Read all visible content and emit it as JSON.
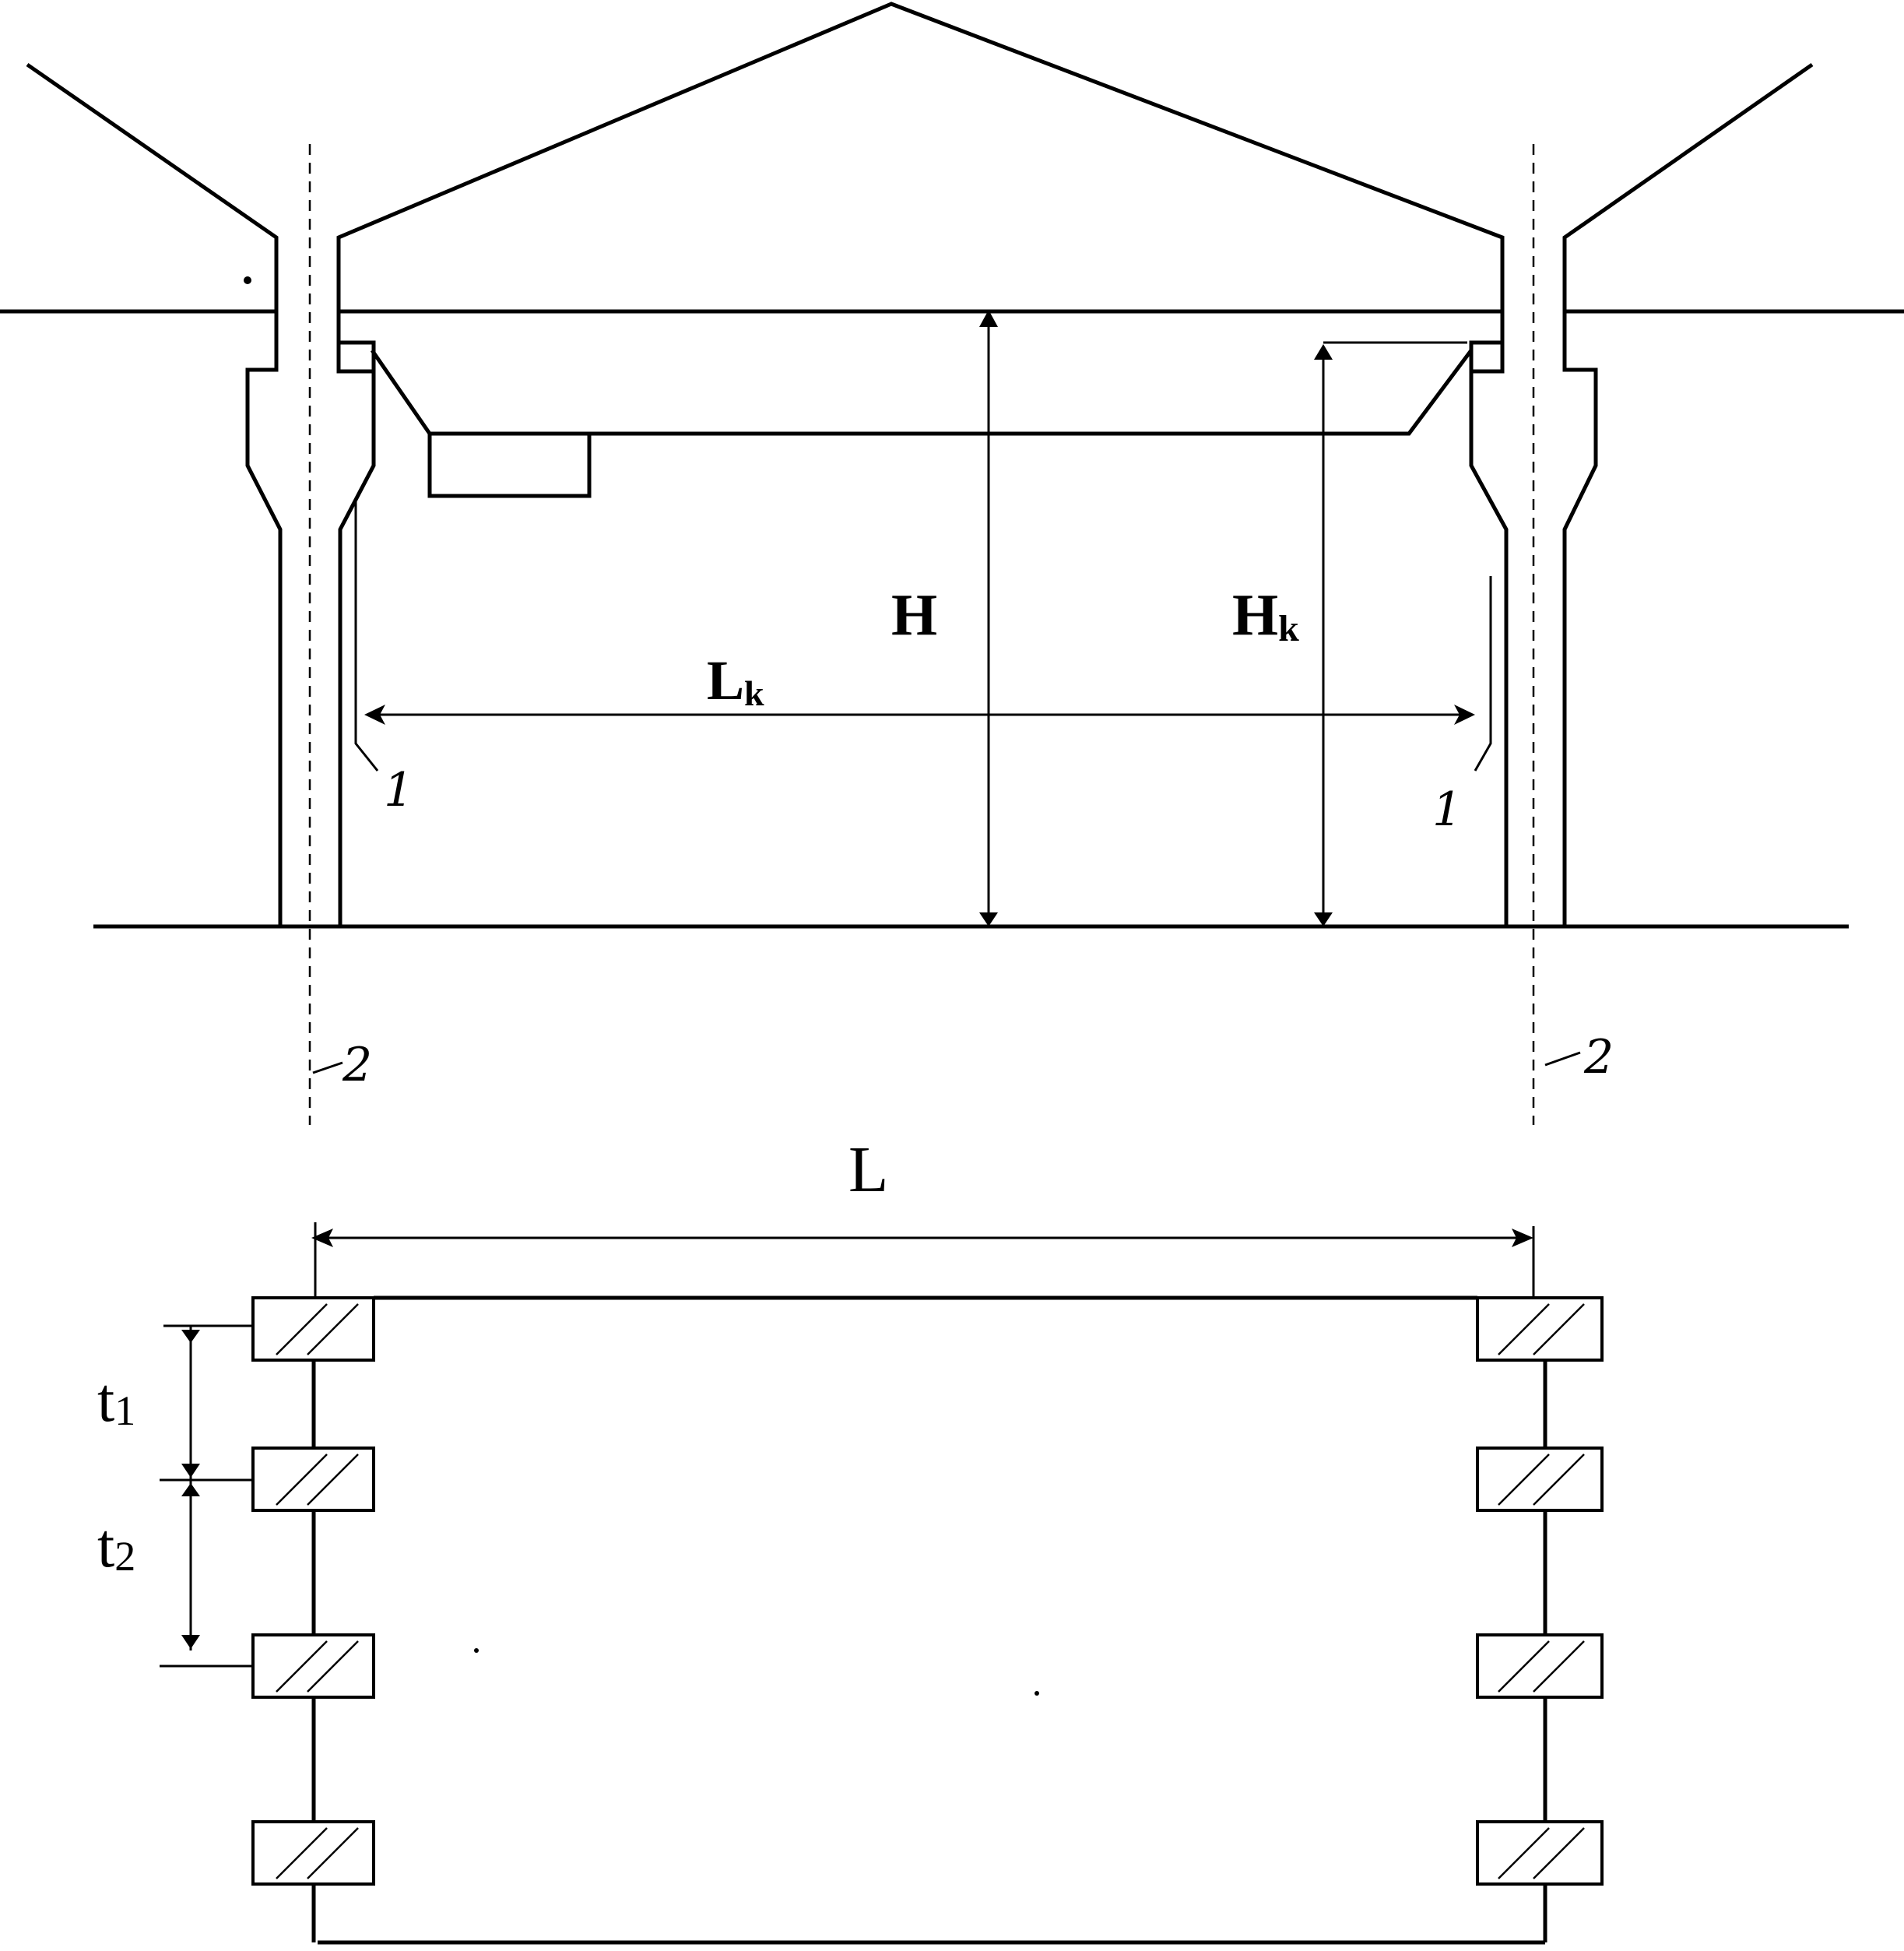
{
  "section": {
    "label_H": "H",
    "label_Hk_main": "H",
    "label_Hk_sub": "k",
    "label_Lk_main": "L",
    "label_Lk_sub": "k",
    "callout_1_left": "1",
    "callout_1_right": "1",
    "callout_2_left": "2",
    "callout_2_right": "2"
  },
  "plan": {
    "label_L": "L",
    "label_t1_main": "t",
    "label_t1_sub": "1",
    "label_t2_main": "t",
    "label_t2_sub": "2"
  }
}
